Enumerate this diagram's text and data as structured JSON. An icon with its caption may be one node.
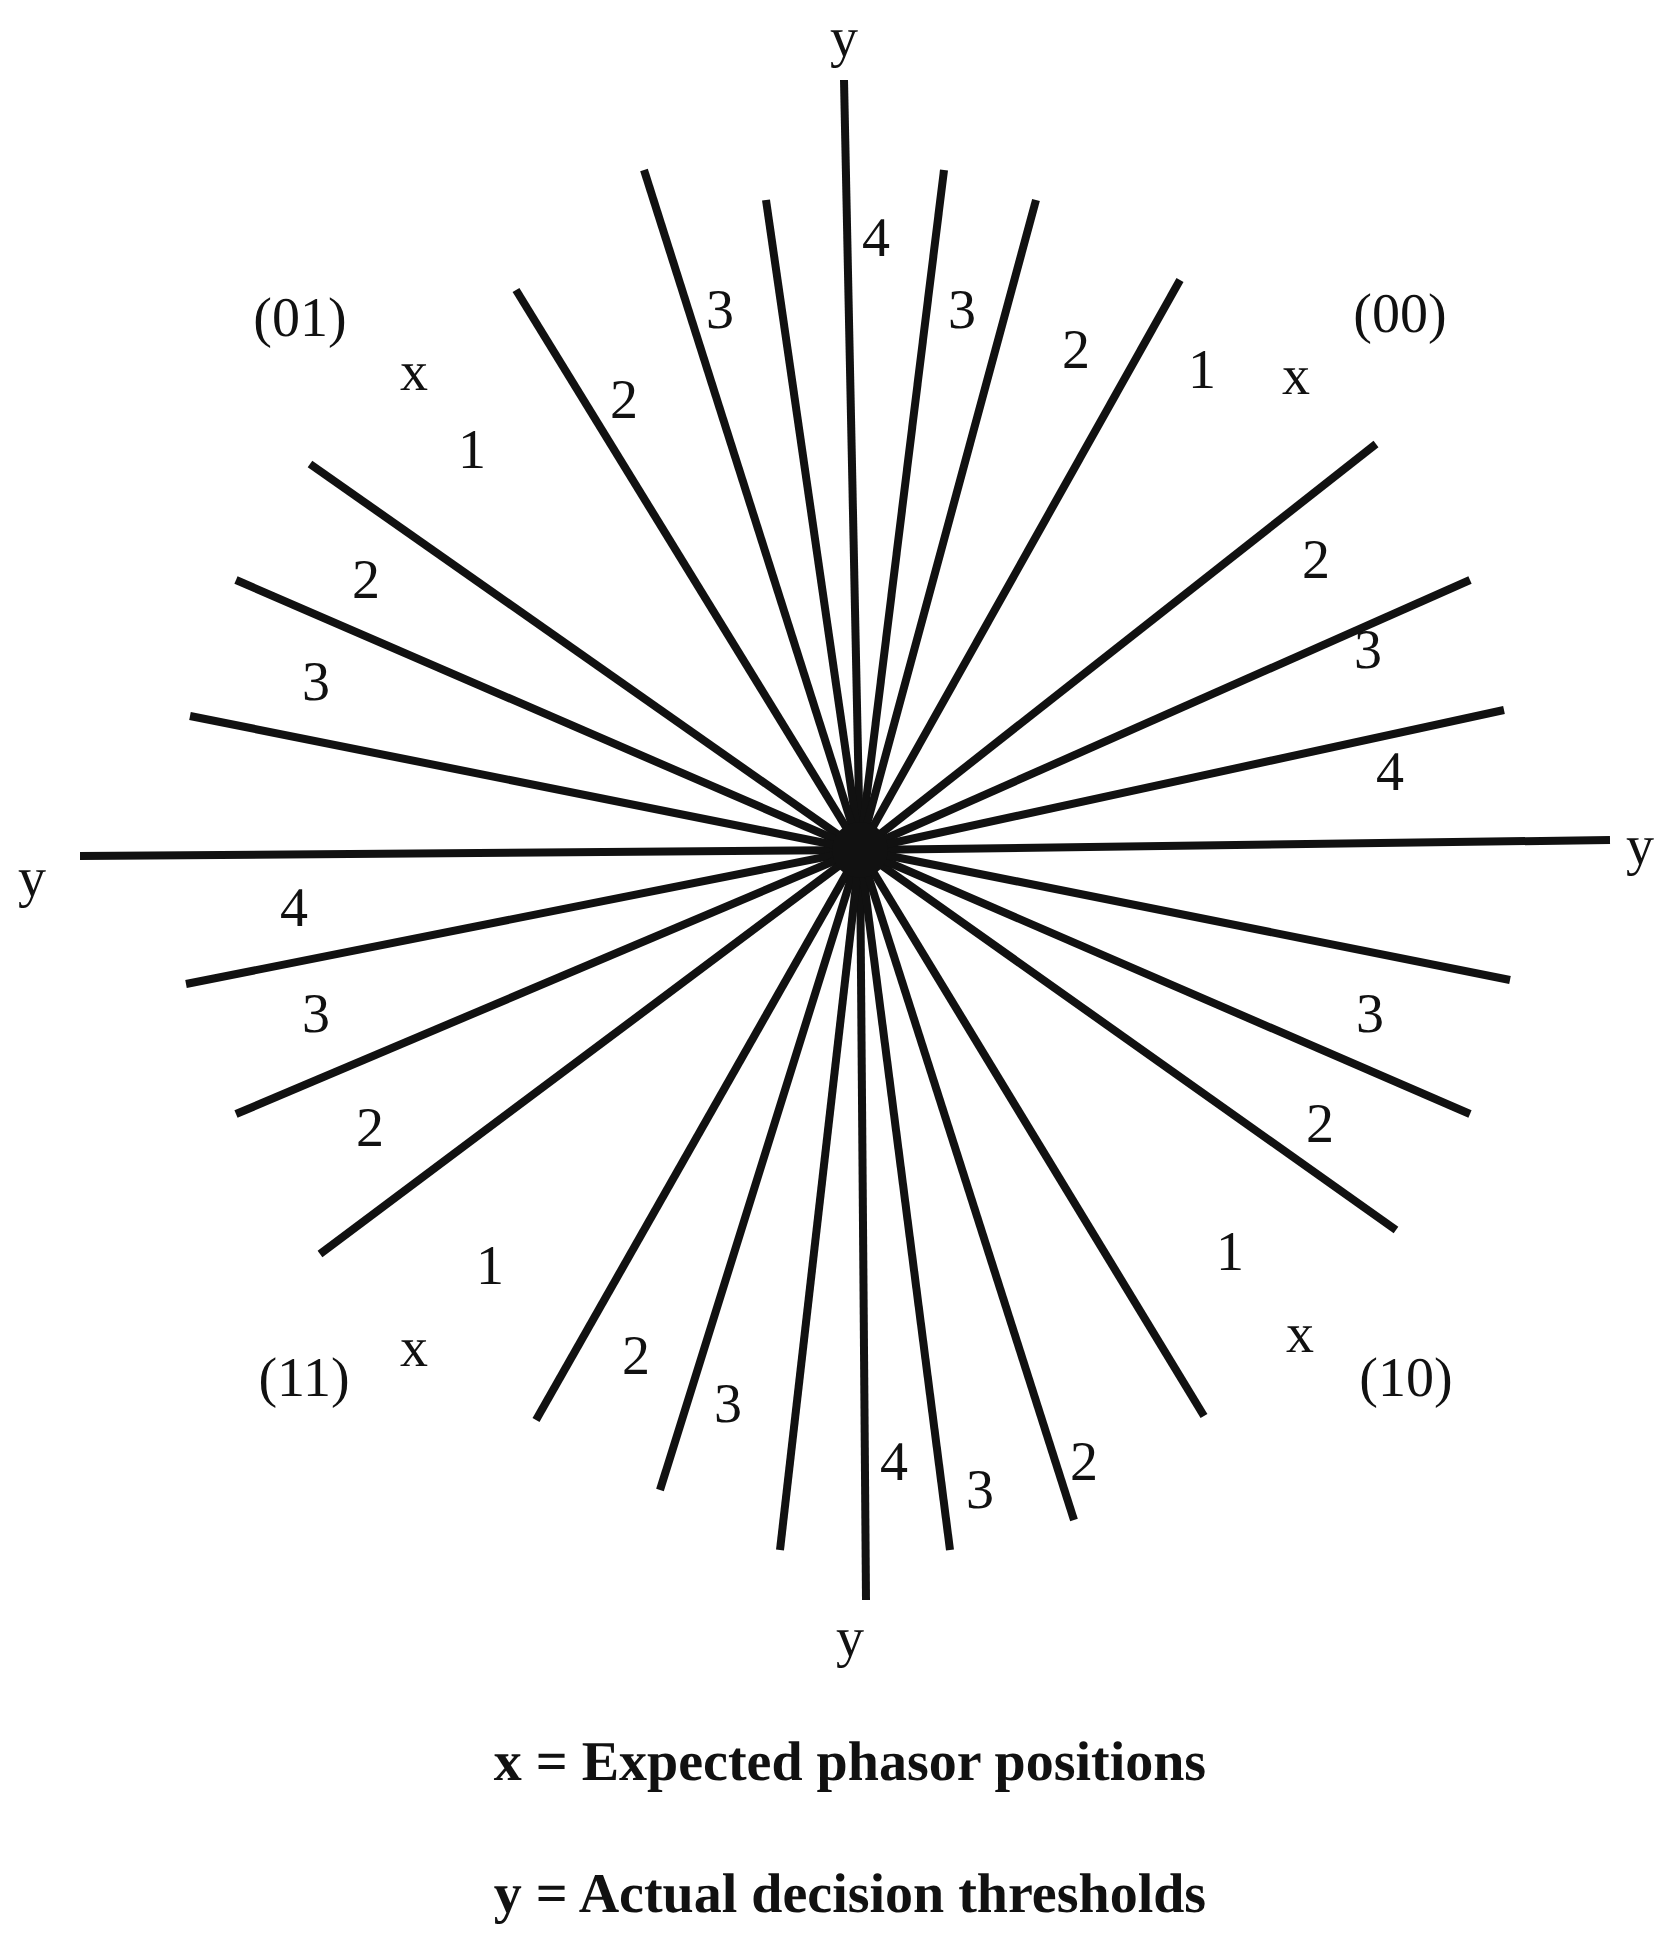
{
  "diagram": {
    "labels": [
      "y",
      "(01)",
      "x",
      "1",
      "2",
      "3",
      "4",
      "3",
      "2",
      "1",
      "x",
      "(00)",
      "2",
      "3",
      "2",
      "3",
      "4",
      "y",
      "y",
      "4",
      "3",
      "2",
      "3",
      "2",
      "1",
      "1",
      "(11)",
      "x",
      "x",
      "(10)",
      "2",
      "3",
      "4",
      "3",
      "2",
      "y",
      "x = Expected phasor positions",
      "y = Actual decision thresholds"
    ]
  }
}
